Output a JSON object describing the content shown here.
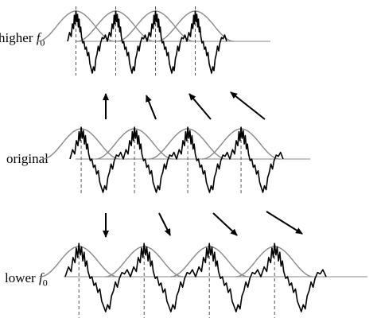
{
  "rows": {
    "higher": {
      "label_text": "higher ",
      "label_symbol": "f",
      "label_subscript": "0",
      "pulses": 4
    },
    "original": {
      "label_text": "original",
      "pulses": 4
    },
    "lower": {
      "label_text": "lower ",
      "label_symbol": "f",
      "label_subscript": "0",
      "pulses": 4
    }
  },
  "colors": {
    "waveform": "#000000",
    "window": "#8a8a8a",
    "marker": "#555555",
    "arrow": "#000000"
  }
}
